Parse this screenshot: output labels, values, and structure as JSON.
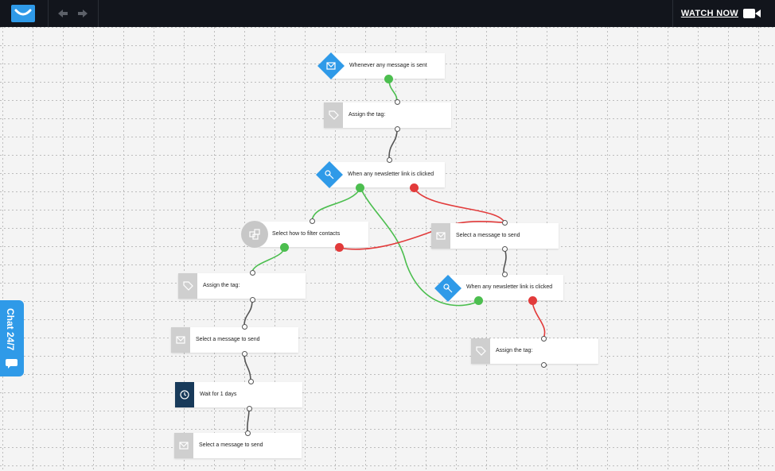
{
  "topbar": {
    "watch_now": "WATCH NOW",
    "icons": [
      "logo-icon",
      "undo-icon",
      "redo-icon",
      "video-camera-icon"
    ]
  },
  "chat": {
    "label": "Chat 24/7"
  },
  "nodes": {
    "n1": "Whenever any message is sent",
    "n2": "Assign the tag:",
    "n3": "When any newsletter link is clicked",
    "n4": "Select how to filter contacts",
    "n5": "Select a message to send",
    "n6": "When any newsletter link is clicked",
    "n7": "Assign the tag:",
    "n8": "Assign the tag:",
    "n9": "Select a message to send",
    "n10": "Wait for 1 days",
    "n11": "Select a message to send"
  },
  "colors": {
    "accent": "#2f9ae8",
    "topbar": "#12151c",
    "success": "#4cbe4f",
    "failure": "#e23b3b"
  }
}
